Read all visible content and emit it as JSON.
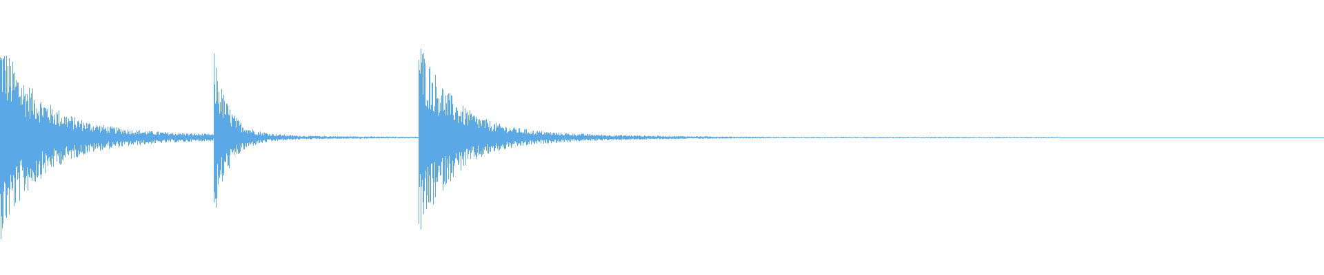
{
  "waveform": {
    "color": "#5ba8e6",
    "background": "#ffffff",
    "hits": [
      {
        "position": 0.0,
        "peak": 0.82,
        "decay": 0.115,
        "tail": 0.12
      },
      {
        "position": 0.161,
        "peak": 0.72,
        "decay": 0.04,
        "tail": 0.09
      },
      {
        "position": 0.316,
        "peak": 0.84,
        "decay": 0.1,
        "tail": 0.1
      }
    ],
    "noise_floor_end": 0.8
  }
}
